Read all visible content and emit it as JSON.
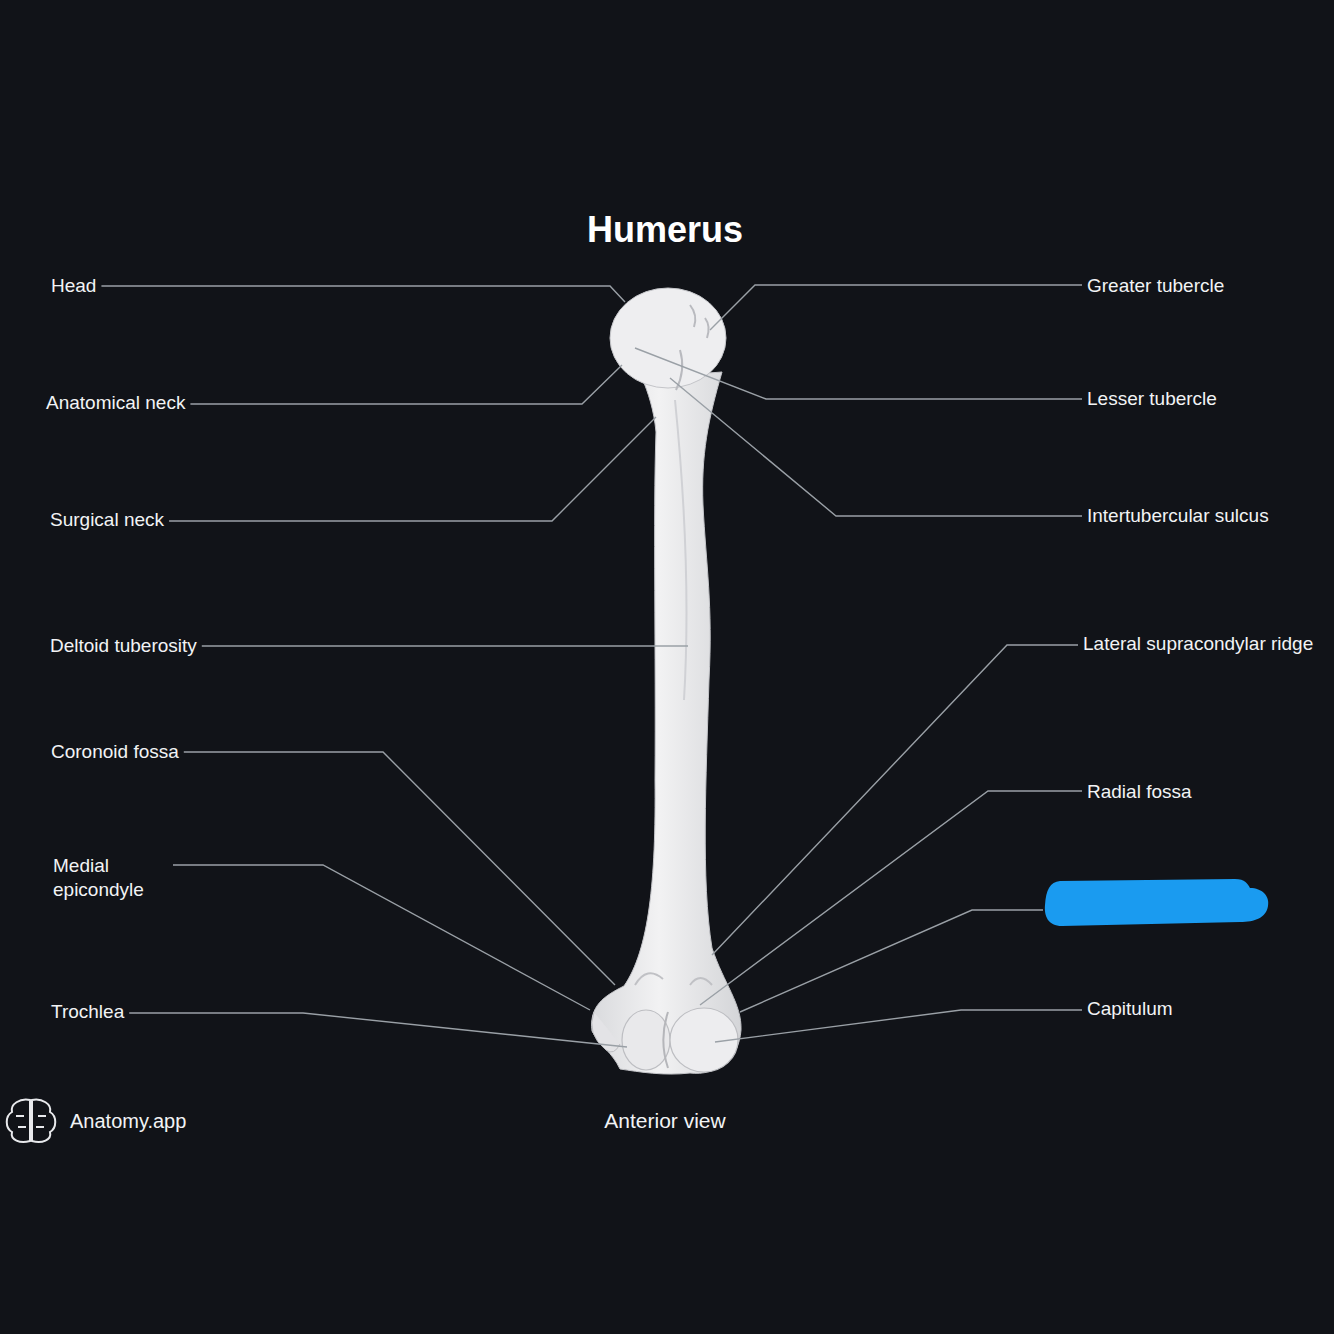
{
  "diagram": {
    "title": "Humerus",
    "caption": "Anterior view",
    "labels": [
      "Head",
      "Anatomical neck",
      "Surgical neck",
      "Deltoid tuberosity",
      "Coronoid fossa",
      "Medial epicondyle",
      "Trochlea",
      "Greater tubercle",
      "Lesser tubercle",
      "Intertubercular sulcus",
      "Lateral supracondylar ridge",
      "Radial fossa",
      "Capitulum",
      "Anatomy.app"
    ]
  }
}
